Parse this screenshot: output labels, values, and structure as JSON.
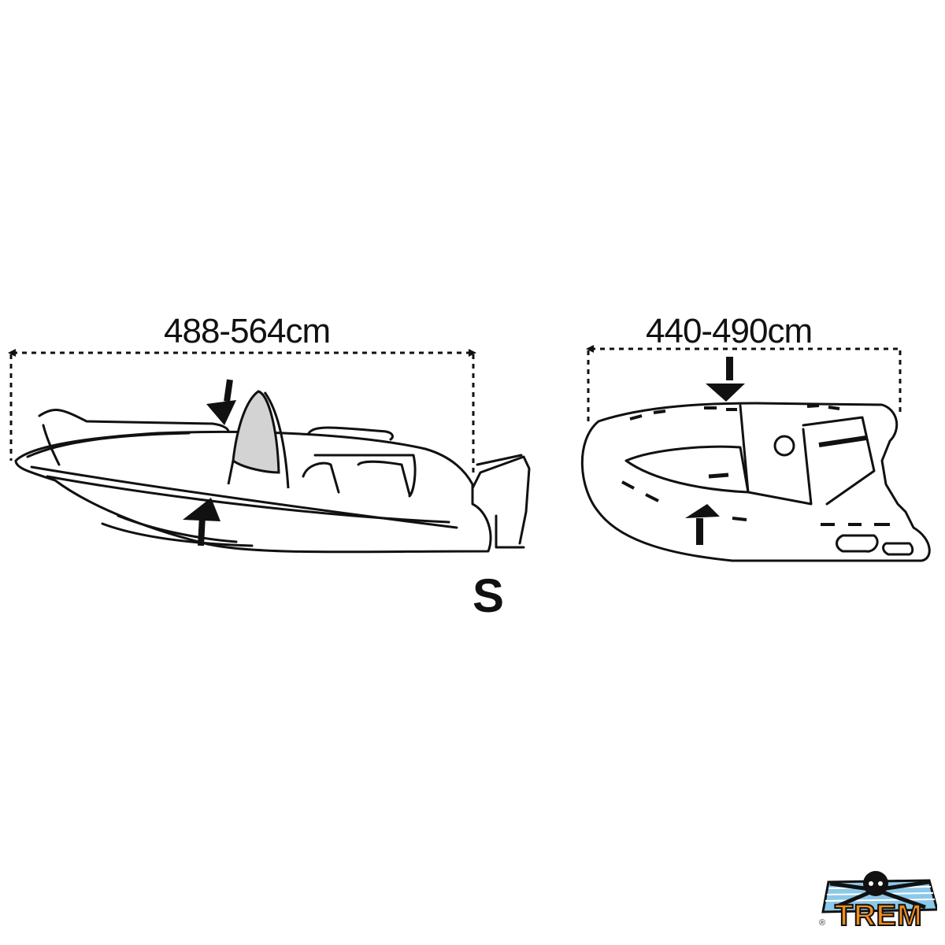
{
  "diagram": {
    "left_boat": {
      "type": "center-console motorboat with outboard",
      "length_label": "488-564cm",
      "size_letter": "S",
      "windshield_color": "#d3d3d3"
    },
    "right_boat": {
      "type": "RIB inflatable boat with console",
      "length_label": "440-490cm"
    },
    "logo": {
      "text": "TREM",
      "registered_mark": "®",
      "text_color": "#f28c1c",
      "stripe_color": "#8cc8e8"
    }
  }
}
